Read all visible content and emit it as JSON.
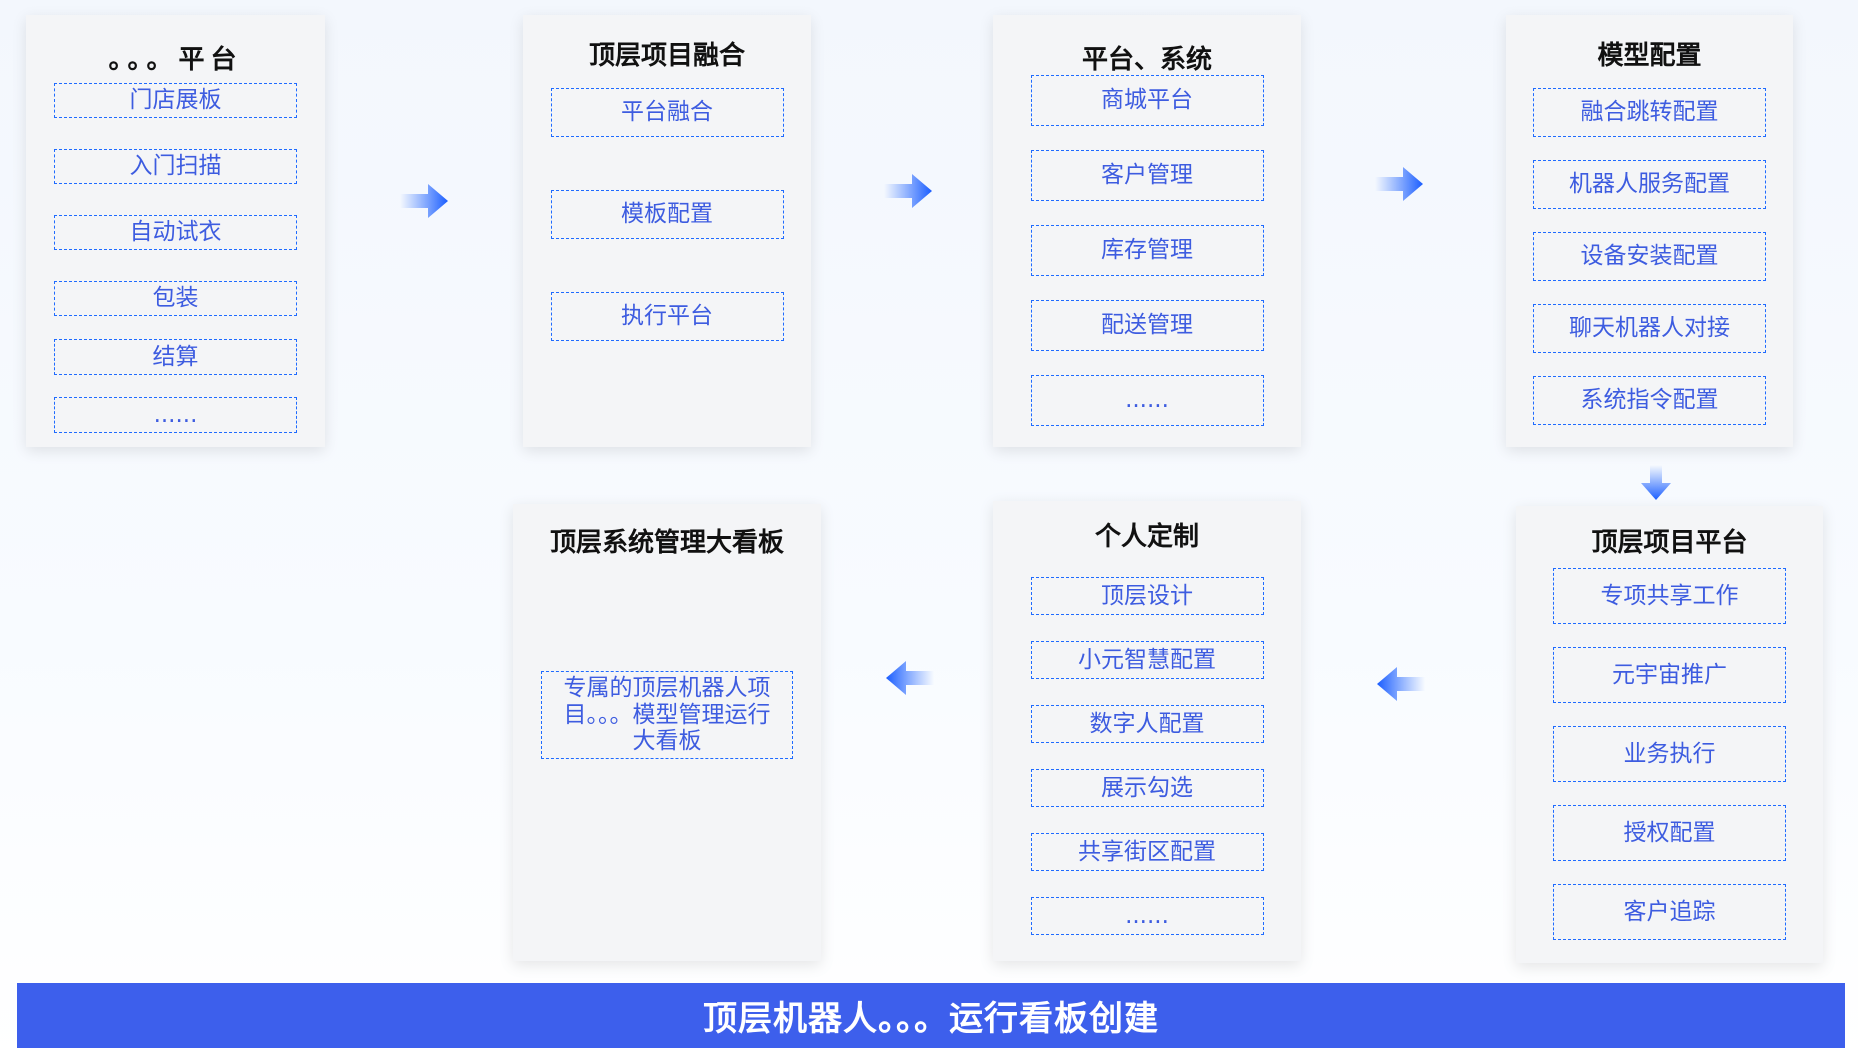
{
  "cards": [
    {
      "title": "。。。平台",
      "items": [
        "门店展板",
        "入门扫描",
        "自动试衣",
        "包装",
        "结算",
        "......"
      ]
    },
    {
      "title": "顶层项目融合",
      "items": [
        "平台融合",
        "模板配置",
        "执行平台"
      ]
    },
    {
      "title": "平台、系统",
      "items": [
        "商城平台",
        "客户管理",
        "库存管理",
        "配送管理",
        "......"
      ]
    },
    {
      "title": "模型配置",
      "items": [
        "融合跳转配置",
        "机器人服务配置",
        "设备安装配置",
        "聊天机器人对接",
        "系统指令配置"
      ]
    },
    {
      "title": "顶层项目平台",
      "items": [
        "专项共享工作",
        "元宇宙推广",
        "业务执行",
        "授权配置",
        "客户追踪"
      ]
    },
    {
      "title": "个人定制",
      "items": [
        "顶层设计",
        "小元智慧配置",
        "数字人配置",
        "展示勾选",
        "共享街区配置",
        "......"
      ]
    },
    {
      "title": "顶层系统管理大看板",
      "items": [
        "专属的顶层机器人项目。。。模型管理运行大看板"
      ]
    }
  ],
  "footer": "顶层机器人。。。运行看板创建",
  "colors": {
    "accent": "#3d5fec",
    "item_text": "#3d5ce0",
    "item_border": "#1f6bff"
  }
}
